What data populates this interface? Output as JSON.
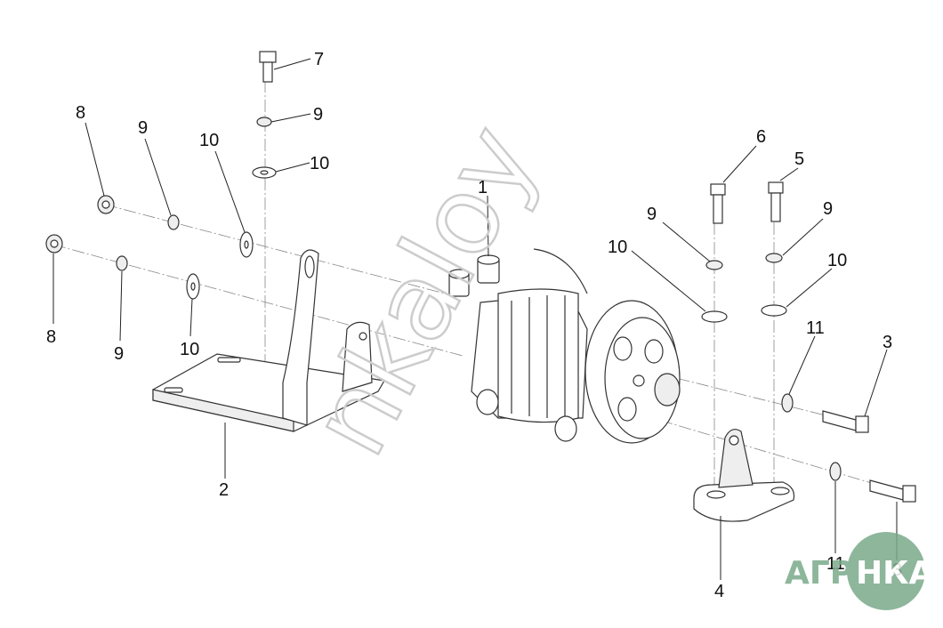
{
  "diagram": {
    "callouts": [
      {
        "id": "c1",
        "label": "1"
      },
      {
        "id": "c2",
        "label": "2"
      },
      {
        "id": "c3a",
        "label": "3"
      },
      {
        "id": "c3b",
        "label": "3"
      },
      {
        "id": "c4",
        "label": "4"
      },
      {
        "id": "c5",
        "label": "5"
      },
      {
        "id": "c6",
        "label": "6"
      },
      {
        "id": "c7",
        "label": "7"
      },
      {
        "id": "c8a",
        "label": "8"
      },
      {
        "id": "c8b",
        "label": "8"
      },
      {
        "id": "c9a",
        "label": "9"
      },
      {
        "id": "c9b",
        "label": "9"
      },
      {
        "id": "c9c",
        "label": "9"
      },
      {
        "id": "c9d",
        "label": "9"
      },
      {
        "id": "c9e",
        "label": "9"
      },
      {
        "id": "c10a",
        "label": "10"
      },
      {
        "id": "c10b",
        "label": "10"
      },
      {
        "id": "c10c",
        "label": "10"
      },
      {
        "id": "c10d",
        "label": "10"
      },
      {
        "id": "c10e",
        "label": "10"
      },
      {
        "id": "c11a",
        "label": "11"
      },
      {
        "id": "c11b",
        "label": "11"
      }
    ]
  },
  "watermark": {
    "text": "nkaloy"
  },
  "logo": {
    "left": "АГРО",
    "right": "НКА",
    "color": "#7aaa8a"
  }
}
